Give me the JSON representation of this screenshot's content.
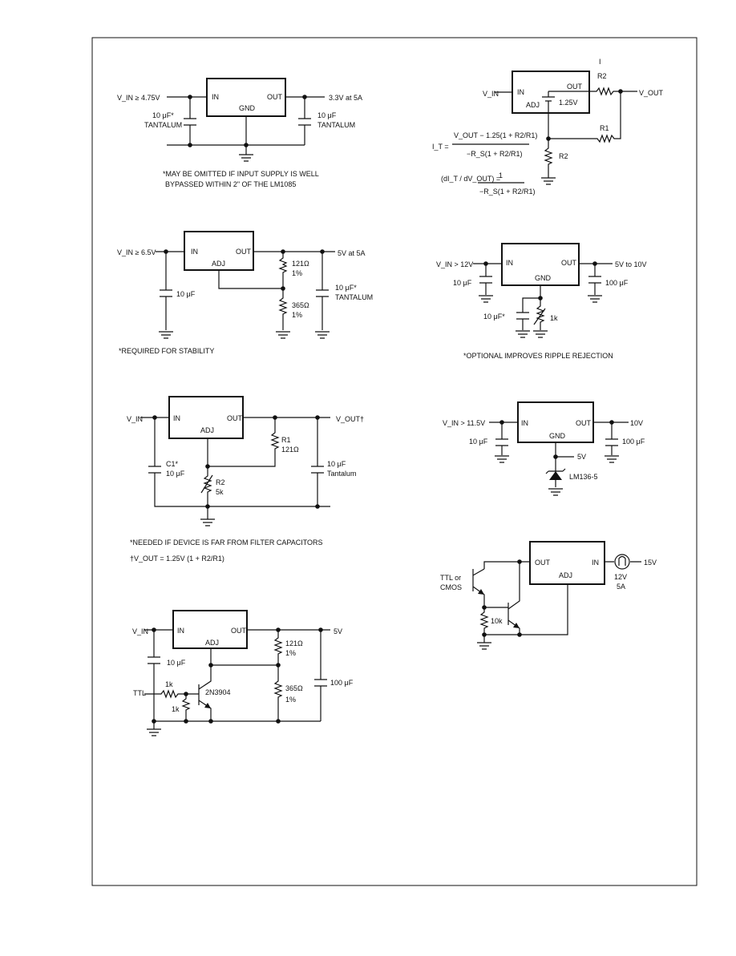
{
  "c1": {
    "vin": "V_IN ≥ 4.75V",
    "in": "IN",
    "out": "OUT",
    "gnd": "GND",
    "vout": "3.3V at 5A",
    "cin_val": "10 μF*",
    "cin_type": "TANTALUM",
    "cout_val": "10 μF",
    "cout_type": "TANTALUM",
    "note1": "*MAY BE OMITTED IF INPUT SUPPLY IS WELL",
    "note2": "BYPASSED WITHIN 2\" OF THE LM1085"
  },
  "c2": {
    "vin": "V_IN",
    "in": "IN",
    "out": "OUT",
    "adj": "ADJ",
    "ref": "1.25V",
    "i": "I",
    "r2": "R2",
    "r1": "R1",
    "r2b": "R2",
    "vout": "V_OUT",
    "eq1_left": "I_T =",
    "eq1_num": "V_OUT − 1.25(1 + R2/R1)",
    "eq1_den": "−R_S(1 + R2/R1)",
    "eq2_left": "(dI_T / dV_OUT) =",
    "eq2_num": "1",
    "eq2_den": "−R_S(1 + R2/R1)"
  },
  "c3": {
    "vin": "V_IN ≥ 6.5V",
    "in": "IN",
    "out": "OUT",
    "adj": "ADJ",
    "vout": "5V at 5A",
    "cin": "10 μF",
    "r1": "121Ω",
    "r1_tol": "1%",
    "r2": "365Ω",
    "r2_tol": "1%",
    "cout_val": "10 μF*",
    "cout_type": "TANTALUM",
    "note": "*REQUIRED FOR STABILITY"
  },
  "c4": {
    "vin": "V_IN > 12V",
    "in": "IN",
    "out": "OUT",
    "gnd": "GND",
    "vout": "5V to 10V",
    "cin": "10 μF",
    "cout": "100 μF",
    "cadj": "10 μF*",
    "pot": "1k",
    "note": "*OPTIONAL IMPROVES RIPPLE REJECTION"
  },
  "c5": {
    "vin": "V_IN",
    "in": "IN",
    "out": "OUT",
    "adj": "ADJ",
    "vout": "V_OUT†",
    "c1_name": "C1*",
    "c1_val": "10 μF",
    "r1_name": "R1",
    "r1_val": "121Ω",
    "r2_name": "R2",
    "r2_val": "5k",
    "cout_val": "10 μF",
    "cout_type": "Tantalum",
    "note1": "*NEEDED IF DEVICE IS FAR FROM FILTER CAPACITORS",
    "note2": "†V_OUT = 1.25V (1 + R2/R1)"
  },
  "c6": {
    "vin": "V_IN > 11.5V",
    "in": "IN",
    "out": "OUT",
    "gnd": "GND",
    "vout": "10V",
    "cin": "10 μF",
    "cout": "100 μF",
    "tap": "5V",
    "zener": "LM136-5"
  },
  "c7": {
    "vin": "V_IN",
    "in": "IN",
    "out": "OUT",
    "adj": "ADJ",
    "vout": "5V",
    "cin": "10 μF",
    "ttl": "TTL",
    "rb": "1k",
    "re": "1k",
    "q": "2N3904",
    "r1": "121Ω",
    "r1_tol": "1%",
    "r2": "365Ω",
    "r2_tol": "1%",
    "cout": "100 μF"
  },
  "c8": {
    "out": "OUT",
    "in": "IN",
    "adj": "ADJ",
    "vin": "15V",
    "lamp": "12V",
    "lamp2": "5A",
    "ttl1": "TTL or",
    "ttl2": "CMOS",
    "r": "10k"
  }
}
